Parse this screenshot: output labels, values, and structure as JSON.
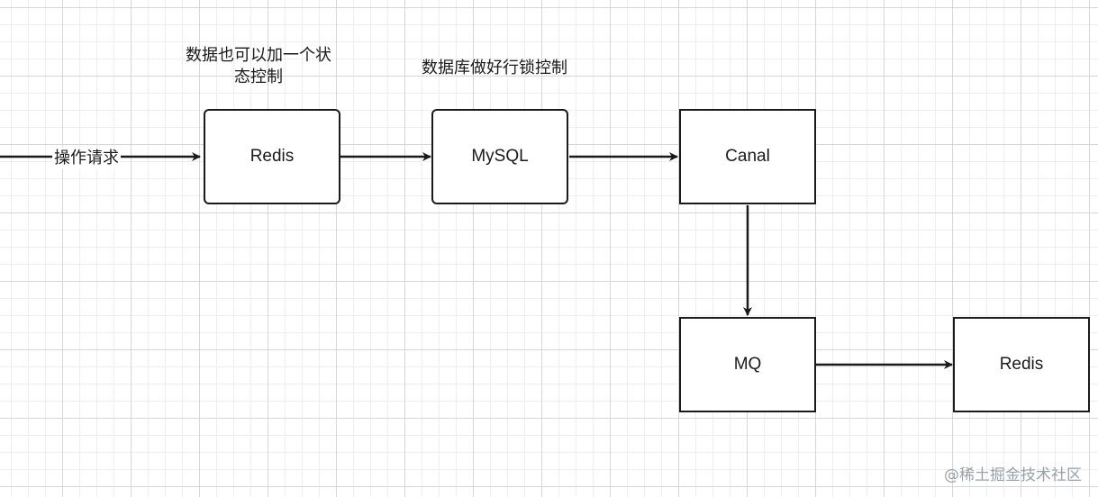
{
  "diagram": {
    "nodes": {
      "redis1": "Redis",
      "mysql": "MySQL",
      "canal": "Canal",
      "mq": "MQ",
      "redis2": "Redis"
    },
    "edge_label": "操作请求",
    "annotations": {
      "redis_note_line1": "数据也可以加一个状",
      "redis_note_line2": "态控制",
      "mysql_note": "数据库做好行锁控制"
    },
    "colors": {
      "stroke": "#1a1a1a",
      "grid": "#d6d6d6"
    }
  },
  "watermark": "@稀土掘金技术社区"
}
